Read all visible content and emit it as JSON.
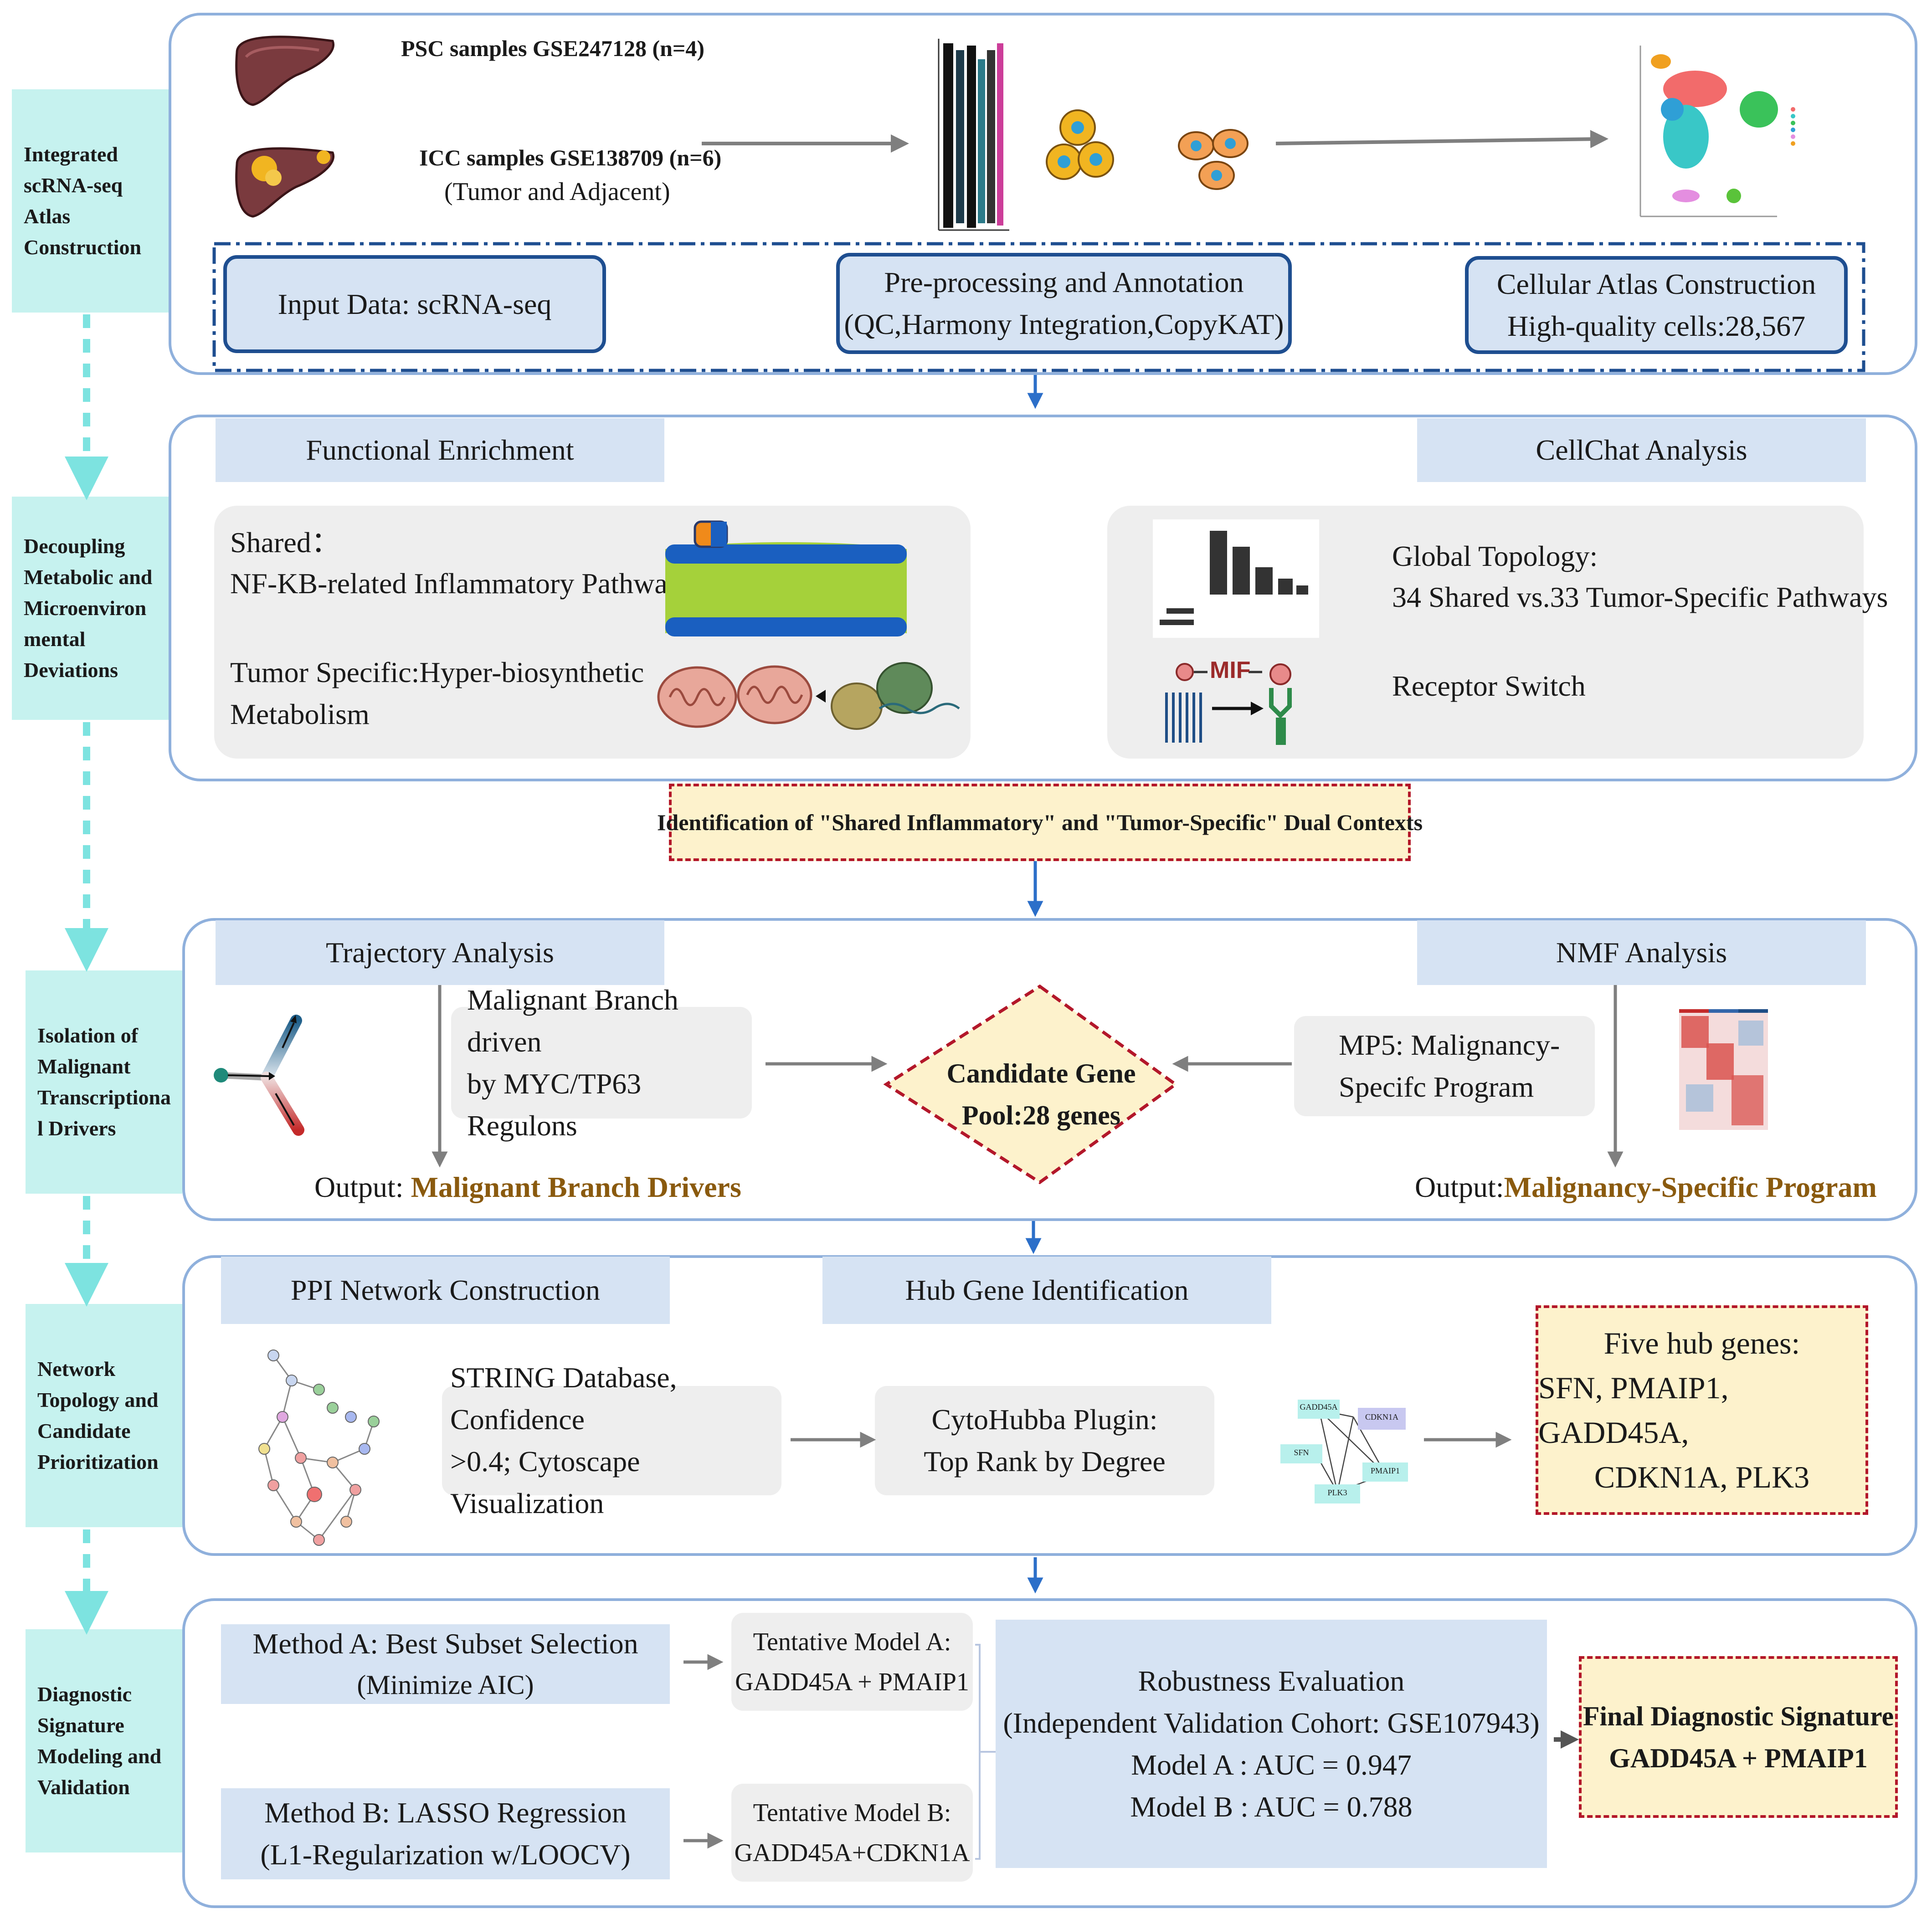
{
  "sidebar": {
    "step1": [
      "Integrated",
      "scRNA-seq",
      "Atlas",
      "Construction"
    ],
    "step2": [
      "Decoupling",
      "Metabolic and",
      "Microenviron",
      "mental",
      "Deviations"
    ],
    "step3": [
      "Isolation of",
      "Malignant",
      "Transcriptiona",
      "l Drivers"
    ],
    "step4": [
      "Network",
      "Topology and",
      "Candidate",
      "Prioritization"
    ],
    "step5": [
      "Diagnostic",
      "Signature",
      "Modeling and",
      "Validation"
    ]
  },
  "panel1": {
    "psc_samples": "PSC samples GSE247128 (n=4)",
    "icc_samples": "ICC samples GSE138709 (n=6)",
    "icc_note": "(Tumor and Adjacent)",
    "input_box": "Input Data: scRNA-seq",
    "preproc_line1": "Pre-processing and Annotation",
    "preproc_line2": "(QC,Harmony Integration,CopyKAT)",
    "atlas_line1": "Cellular Atlas Construction",
    "atlas_line2": "High-quality cells:28,567"
  },
  "panel2": {
    "functional_header": "Functional Enrichment",
    "cellchat_header": "CellChat Analysis",
    "shared_label": "Shared：",
    "shared_desc": "NF-KB-related Inflammatory Pathways",
    "tumor_line1": "Tumor Specific:Hyper-biosynthetic",
    "tumor_line2": "Metabolism",
    "mif_label": "MIF",
    "global_line1": "Global Topology:",
    "global_line2": "34 Shared vs.33 Tumor-Specific Pathways",
    "receptor_switch": "Receptor Switch"
  },
  "dual_context": "Identification of \"Shared Inflammatory\" and \"Tumor-Specific\" Dual Contexts",
  "panel3": {
    "trajectory_header": "Trajectory Analysis",
    "nmf_header": "NMF Analysis",
    "branch_line1": "Malignant Branch driven",
    "branch_line2": "by MYC/TP63 Regulons",
    "candidate_line1": "Candidate Gene",
    "candidate_line2": "Pool:28  genes",
    "mp5_line1": "MP5: Malignancy-",
    "mp5_line2": "Specifc Program",
    "output_left_prefix": "Output: ",
    "output_left_value": "Malignant Branch Drivers",
    "output_right_prefix": "Output:",
    "output_right_value": "Malignancy-Specific Program"
  },
  "panel4": {
    "ppi_header": "PPI Network Construction",
    "hub_header": "Hub Gene Identification",
    "string_line1": "STRING Database, Confidence",
    "string_line2": ">0.4; Cytoscape Visualization",
    "cyto_line1": "CytoHubba Plugin:",
    "cyto_line2": "Top Rank by Degree",
    "net_nodes": [
      "GADD45A",
      "CDKN1A",
      "SFN",
      "PMAIP1",
      "PLK3"
    ],
    "hub_title": "Five hub genes:",
    "hub_line1": "SFN, PMAIP1, GADD45A,",
    "hub_line2": "CDKN1A,  PLK3"
  },
  "panel5": {
    "method_a_line1": "Method A: Best Subset Selection",
    "method_a_line2": "(Minimize AIC)",
    "method_b_line1": "Method B: LASSO Regression",
    "method_b_line2": "(L1-Regularization w/LOOCV)",
    "model_a_line1": "Tentative Model A:",
    "model_a_line2": "GADD45A + PMAIP1",
    "model_b_line1": "Tentative Model B:",
    "model_b_line2": "GADD45A+CDKN1A",
    "robust_line1": "Robustness Evaluation",
    "robust_line2": "(Independent Validation Cohort: GSE107943)",
    "robust_line3": "Model A : AUC = 0.947",
    "robust_line4": "Model B : AUC = 0.788",
    "final_line1": "Final Diagnostic Signature",
    "final_line2": "GADD45A + PMAIP1"
  },
  "colors": {
    "sidebar": "#c6f2ef",
    "panel_border": "#8fb0dc",
    "header_fill": "#d6e3f3",
    "dark_blue_border": "#1e4e90",
    "arrow_blue": "#2c6fc9",
    "yellow_fill": "#fdf2cc",
    "red_dash": "#b3172a",
    "gold_text": "#8a5a0e"
  }
}
